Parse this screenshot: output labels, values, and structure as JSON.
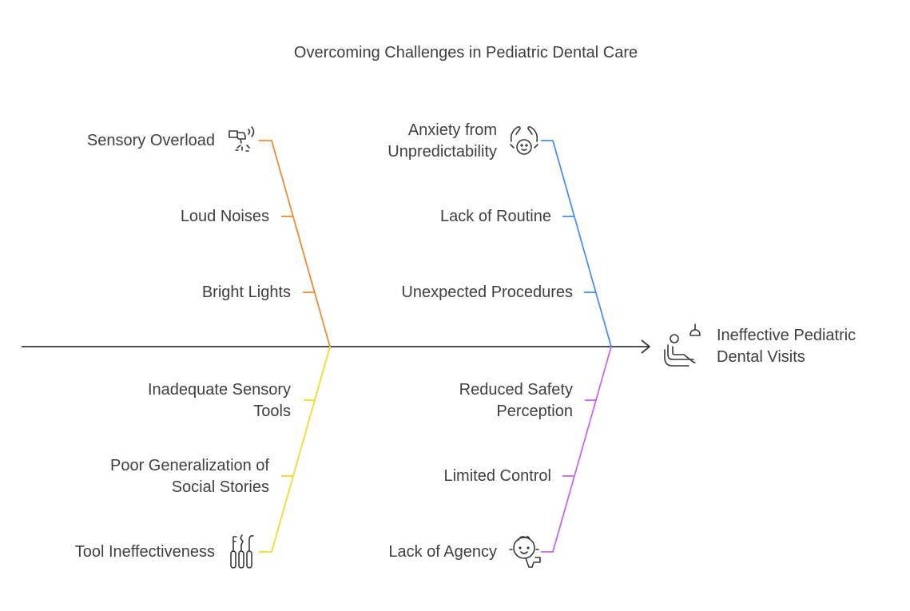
{
  "title": "Overcoming Challenges in Pediatric Dental Care",
  "effect": {
    "label": "Ineffective Pediatric Dental Visits",
    "lines": [
      "Ineffective Pediatric",
      "Dental Visits"
    ],
    "icon": "dental-chair-icon"
  },
  "categories": [
    {
      "name": "Sensory Overload",
      "color": "#ef8a33",
      "icon": "dental-drill-icon",
      "causes": [
        "Loud Noises",
        "Bright Lights"
      ]
    },
    {
      "name": "Anxiety from Unpredictability",
      "lines": [
        "Anxiety from",
        "Unpredictability"
      ],
      "color": "#4a8ef0",
      "icon": "anxious-face-icon",
      "causes": [
        "Lack of Routine",
        "Unexpected Procedures"
      ]
    },
    {
      "name": "Tool Ineffectiveness",
      "color": "#f1dc2e",
      "icon": "dental-tools-icon",
      "causes": [
        {
          "text": "Inadequate Sensory Tools",
          "lines": [
            "Inadequate Sensory",
            "Tools"
          ]
        },
        {
          "text": "Poor Generalization of Social Stories",
          "lines": [
            "Poor Generalization of",
            "Social Stories"
          ]
        }
      ]
    },
    {
      "name": "Lack of Agency",
      "color": "#c767ef",
      "icon": "child-toothbrush-icon",
      "causes": [
        {
          "text": "Reduced Safety Perception",
          "lines": [
            "Reduced Safety",
            "Perception"
          ]
        },
        "Limited Control"
      ]
    }
  ]
}
